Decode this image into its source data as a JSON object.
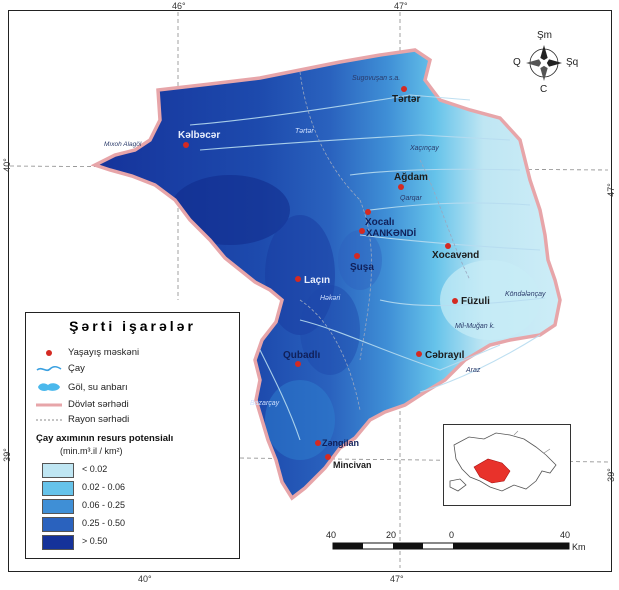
{
  "coordinates": {
    "top": [
      "46°",
      "47°"
    ],
    "bottom": [
      "40°",
      "47°"
    ],
    "left": [
      "40°",
      "39°"
    ],
    "right": [
      "47°",
      "39°"
    ]
  },
  "compass": {
    "north": "Şm",
    "south": "C",
    "west": "Q",
    "east": "Şq"
  },
  "settlements": [
    "Tərtər",
    "Kəlbəcər",
    "Ağdam",
    "Xocalı",
    "XANKƏNDİ",
    "Xocavənd",
    "Şuşa",
    "Laçın",
    "Füzuli",
    "Qubadlı",
    "Cəbrayıl",
    "Zəngilan",
    "Mincivan"
  ],
  "rivers": [
    "Sugovuşan s.a.",
    "Tərtər",
    "Xaçınçay",
    "Qarqar",
    "Həkəri",
    "Araz",
    "Köndələnçay",
    "Mil-Muğan k.",
    "Bazarçay"
  ],
  "lake_label": "Mıxoh Alagöl",
  "legend": {
    "title": "Şərti işarələr",
    "items": [
      {
        "label": "Yaşayış məskəni"
      },
      {
        "label": "Çay"
      },
      {
        "label": "Göl, su anbarı"
      },
      {
        "label": "Dövlət sərhədi"
      },
      {
        "label": "Rayon sərhədi"
      }
    ],
    "potential_title": "Çay axımının resurs potensialı",
    "potential_unit": "(min.m³.il / km²)",
    "classes": [
      {
        "label": "< 0.02",
        "color": "#bfe6f3"
      },
      {
        "label": "0.02 - 0.06",
        "color": "#66c3ea"
      },
      {
        "label": "0.06 - 0.25",
        "color": "#3f8fd6"
      },
      {
        "label": "0.25 - 0.50",
        "color": "#2a62be"
      },
      {
        "label": "> 0.50",
        "color": "#15329a"
      }
    ]
  },
  "scale": {
    "ticks": [
      "40",
      "20",
      "0",
      "40"
    ],
    "unit": "Km"
  },
  "colors": {
    "border_state": "#e7a5a9",
    "settlement": "#d42a22",
    "inset_highlight": "#e8322b"
  }
}
